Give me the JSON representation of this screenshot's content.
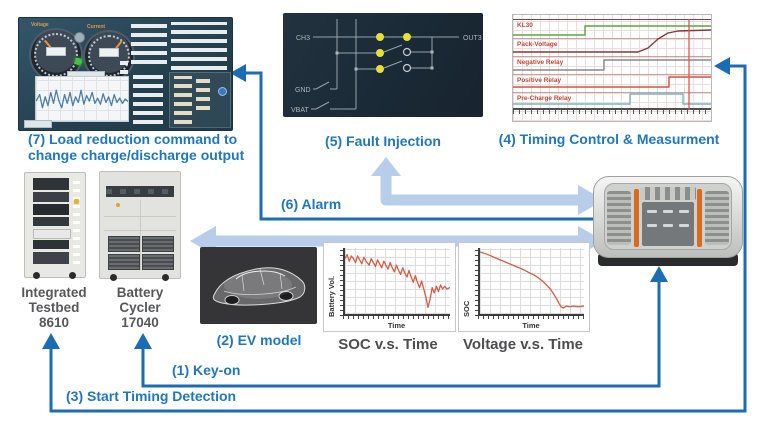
{
  "labels": {
    "step7": "(7) Load reduction command to\nchange charge/discharge output",
    "step5": "(5) Fault Injection",
    "step4": "(4) Timing Control & Measurment",
    "step6": "(6) Alarm",
    "step2": "(2) EV model",
    "step1": "(1) Key-on",
    "step3": "(3) Start Timing Detection"
  },
  "equipment": {
    "testbed": "Integrated\nTestbed\n8610",
    "cycler": "Battery\nCycler\n17040"
  },
  "panel7": {
    "gauge1_label": "Voltage",
    "gauge2_label": "Current"
  },
  "fault_injection": {
    "ch": "CH3",
    "out": "OUT3",
    "gnd": "GND",
    "vbat": "VBAT"
  },
  "colors": {
    "accent_blue": "#1b6cb5",
    "light_arrow": "#b7cde9",
    "blue_text": "#1e78bf",
    "caption_gray": "#4d4e50",
    "trace_red": "#e2573f"
  },
  "chart_data": [
    {
      "id": "battery-vol-chart",
      "type": "line",
      "title": "SOC v.s. Time",
      "xlabel": "Time",
      "ylabel": "Battery Vol.",
      "color": "#e2573f",
      "points": [
        [
          0,
          16
        ],
        [
          2,
          10
        ],
        [
          4,
          20
        ],
        [
          6,
          12
        ],
        [
          8,
          16
        ],
        [
          10,
          22
        ],
        [
          12,
          12
        ],
        [
          14,
          18
        ],
        [
          16,
          24
        ],
        [
          18,
          14
        ],
        [
          20,
          20
        ],
        [
          23,
          26
        ],
        [
          25,
          16
        ],
        [
          27,
          22
        ],
        [
          29,
          28
        ],
        [
          31,
          18
        ],
        [
          33,
          24
        ],
        [
          35,
          30
        ],
        [
          37,
          20
        ],
        [
          39,
          26
        ],
        [
          41,
          32
        ],
        [
          43,
          22
        ],
        [
          45,
          30
        ],
        [
          47,
          36
        ],
        [
          49,
          26
        ],
        [
          51,
          34
        ],
        [
          53,
          40
        ],
        [
          55,
          30
        ],
        [
          57,
          38
        ],
        [
          59,
          44
        ],
        [
          61,
          34
        ],
        [
          63,
          44
        ],
        [
          65,
          52
        ],
        [
          67,
          42
        ],
        [
          69,
          52
        ],
        [
          71,
          60
        ],
        [
          73,
          50
        ],
        [
          75,
          62
        ],
        [
          77,
          74
        ],
        [
          79,
          90
        ],
        [
          81,
          78
        ],
        [
          83,
          60
        ],
        [
          85,
          68
        ],
        [
          87,
          58
        ],
        [
          89,
          66
        ],
        [
          91,
          56
        ],
        [
          93,
          62
        ],
        [
          95,
          58
        ],
        [
          97,
          62
        ],
        [
          100,
          60
        ]
      ]
    },
    {
      "id": "soc-chart",
      "type": "line",
      "title": "Voltage v.s. Time",
      "xlabel": "Time",
      "ylabel": "SOC",
      "color": "#e2573f",
      "points": [
        [
          0,
          6
        ],
        [
          6,
          9
        ],
        [
          12,
          13
        ],
        [
          18,
          17
        ],
        [
          24,
          21
        ],
        [
          30,
          25
        ],
        [
          36,
          29
        ],
        [
          42,
          33
        ],
        [
          48,
          38
        ],
        [
          52,
          41
        ],
        [
          56,
          45
        ],
        [
          60,
          50
        ],
        [
          64,
          56
        ],
        [
          68,
          63
        ],
        [
          71,
          70
        ],
        [
          74,
          78
        ],
        [
          76,
          84
        ],
        [
          78,
          89
        ],
        [
          80,
          91
        ],
        [
          83,
          88
        ],
        [
          86,
          89
        ],
        [
          90,
          88
        ],
        [
          94,
          89
        ],
        [
          100,
          88
        ]
      ]
    },
    {
      "id": "timing-chart",
      "type": "step-timing",
      "title": "(4) Timing Control & Measurment",
      "cursor_x": 176,
      "cursor_color": "#e0564a",
      "series": [
        {
          "name": "KL30",
          "color": "#55a83c",
          "points": [
            [
              0,
              20
            ],
            [
              72,
              20
            ],
            [
              72,
              11
            ],
            [
              198,
              11
            ]
          ]
        },
        {
          "name": "Pack-Voltage",
          "color": "#8a3439",
          "points": [
            [
              0,
              37
            ],
            [
              125,
              37
            ],
            [
              135,
              33
            ],
            [
              145,
              24
            ],
            [
              155,
              18
            ],
            [
              165,
              16
            ],
            [
              198,
              15
            ]
          ]
        },
        {
          "name": "Negative Relay",
          "color": "#85898c",
          "points": [
            [
              0,
              55
            ],
            [
              91,
              55
            ],
            [
              91,
              45
            ],
            [
              198,
              45
            ]
          ]
        },
        {
          "name": "Positive Relay",
          "color": "#d4503f",
          "points": [
            [
              0,
              72
            ],
            [
              156,
              72
            ],
            [
              156,
              62
            ],
            [
              198,
              62
            ]
          ]
        },
        {
          "name": "Pre-Charge Relay",
          "color": "#74b7bd",
          "points": [
            [
              0,
              89
            ],
            [
              117,
              89
            ],
            [
              117,
              79
            ],
            [
              170,
              79
            ],
            [
              170,
              89
            ],
            [
              198,
              89
            ]
          ]
        }
      ]
    },
    {
      "id": "panel-waveform",
      "type": "line",
      "color": "#4f7da3",
      "points": [
        [
          0,
          55
        ],
        [
          4,
          40
        ],
        [
          7,
          70
        ],
        [
          10,
          45
        ],
        [
          13,
          65
        ],
        [
          16,
          35
        ],
        [
          19,
          60
        ],
        [
          22,
          30
        ],
        [
          25,
          55
        ],
        [
          28,
          70
        ],
        [
          31,
          40
        ],
        [
          34,
          60
        ],
        [
          37,
          35
        ],
        [
          40,
          65
        ],
        [
          43,
          45
        ],
        [
          46,
          58
        ],
        [
          49,
          30
        ],
        [
          52,
          62
        ],
        [
          55,
          42
        ],
        [
          58,
          55
        ],
        [
          61,
          35
        ],
        [
          64,
          60
        ],
        [
          67,
          48
        ],
        [
          70,
          62
        ],
        [
          73,
          38
        ],
        [
          76,
          58
        ],
        [
          79,
          45
        ],
        [
          82,
          65
        ],
        [
          85,
          40
        ],
        [
          88,
          58
        ],
        [
          91,
          48
        ],
        [
          94,
          60
        ],
        [
          97,
          50
        ],
        [
          100,
          56
        ]
      ]
    }
  ]
}
